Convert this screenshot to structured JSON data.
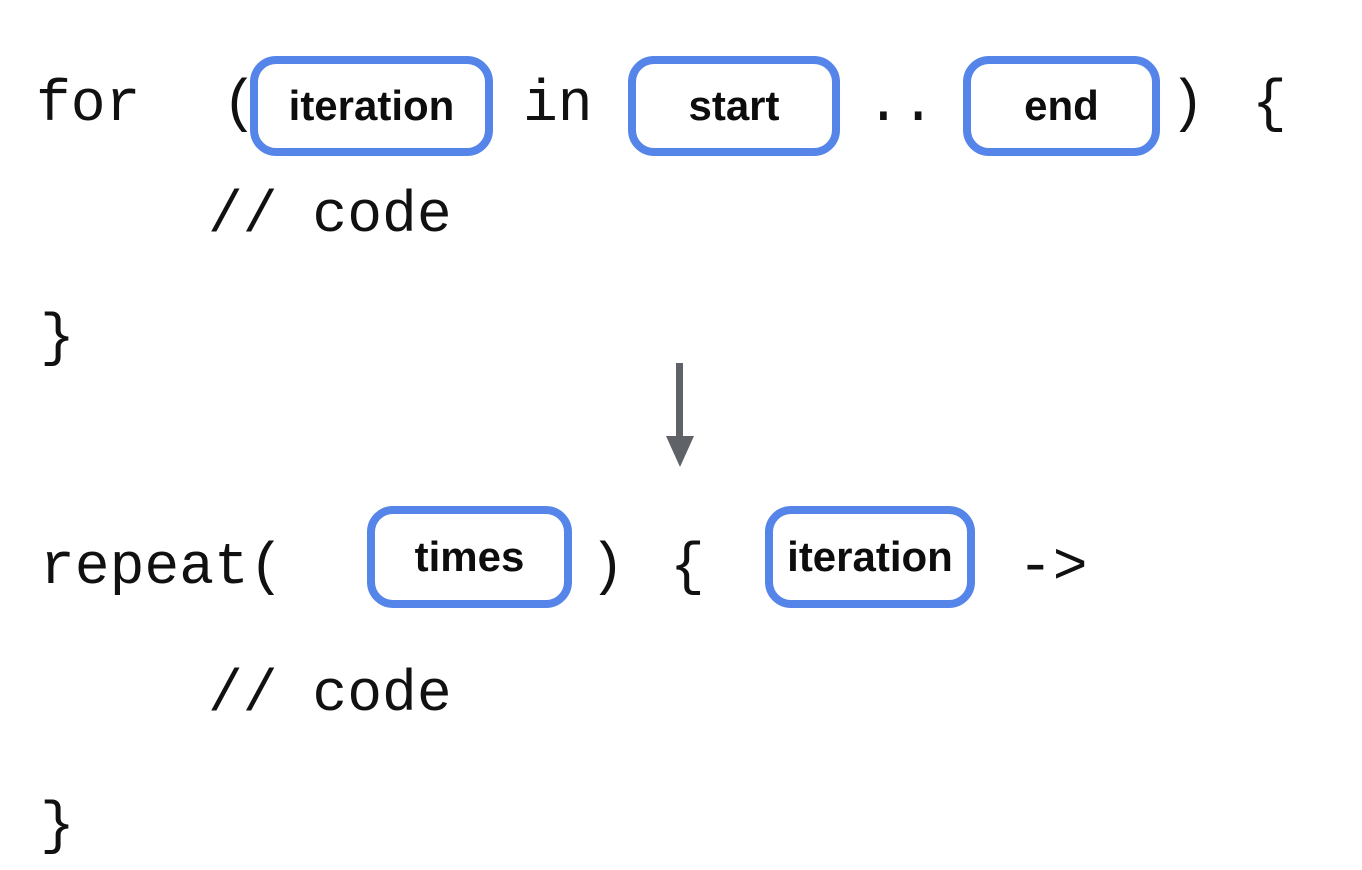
{
  "diagram": {
    "accent_color": "#5585E8",
    "arrow_color": "#5f6368",
    "before": {
      "tokens": {
        "keyword": "for",
        "open_paren": "(",
        "in_keyword": "in",
        "range_dots": "..",
        "close_paren": ")",
        "open_brace": "{"
      },
      "slots": [
        "iteration",
        "start",
        "end"
      ],
      "body_comment": "// code",
      "close_brace": "}"
    },
    "after": {
      "tokens": {
        "keyword": "repeat(",
        "close_paren": ")",
        "open_brace": "{",
        "lambda_arrow": "->"
      },
      "slots": [
        "times",
        "iteration"
      ],
      "body_comment": "// code",
      "close_brace": "}"
    }
  }
}
